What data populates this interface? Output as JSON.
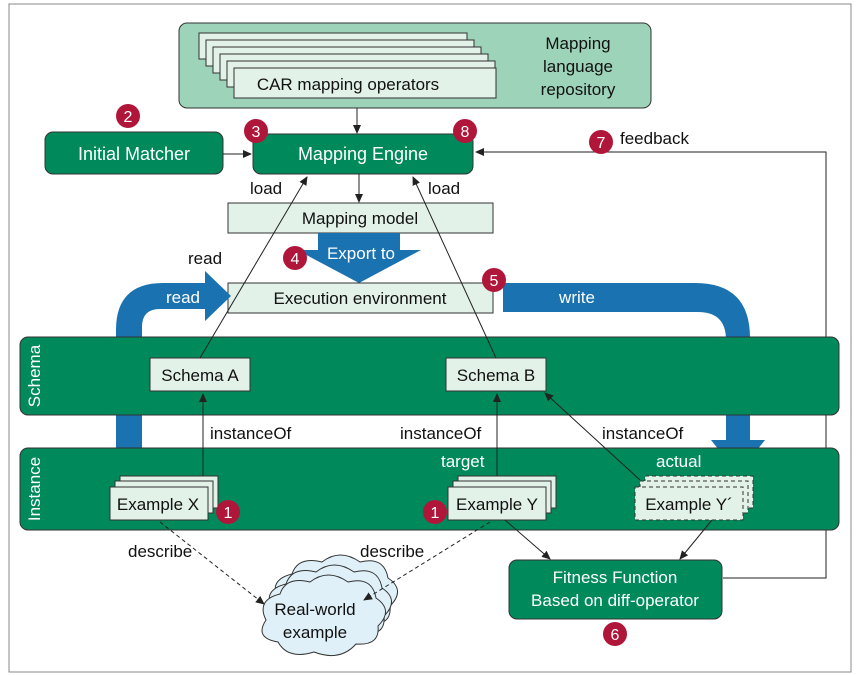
{
  "repository": {
    "title_line1": "Mapping",
    "title_line2": "language",
    "title_line3": "repository",
    "operators_label": "CAR mapping operators"
  },
  "nodes": {
    "initial_matcher": "Initial Matcher",
    "mapping_engine": "Mapping Engine",
    "mapping_model": "Mapping model",
    "execution_environment": "Execution environment",
    "schema_a": "Schema A",
    "schema_b": "Schema B",
    "example_x": "Example X",
    "example_y": "Example Y",
    "example_y_prime": "Example Y´",
    "fitness_line1": "Fitness Function",
    "fitness_line2": "Based on diff-operator",
    "real_world_line1": "Real-world",
    "real_world_line2": "example"
  },
  "bands": {
    "schema": "Schema",
    "instance": "Instance"
  },
  "edge_labels": {
    "feedback": "feedback",
    "load_left": "load",
    "load_right": "load",
    "export_to": "Export to",
    "read_top": "read",
    "read_arrow": "read",
    "write_arrow": "write",
    "instanceof_a": "instanceOf",
    "instanceof_b": "instanceOf",
    "instanceof_c": "instanceOf",
    "target": "target",
    "actual": "actual",
    "describe_left": "describe",
    "describe_right": "describe"
  },
  "step_badges": {
    "one_a": "1",
    "one_b": "1",
    "two": "2",
    "three": "3",
    "four": "4",
    "five": "5",
    "six": "6",
    "seven": "7",
    "eight": "8"
  },
  "colors": {
    "green": "#00895a",
    "light_green_panel": "#9dd3b8",
    "pale_box": "#e3f2e9",
    "badge_red": "#b0163a",
    "arrow_blue": "#1a72b0",
    "cloud_fill": "#dff0f8"
  }
}
